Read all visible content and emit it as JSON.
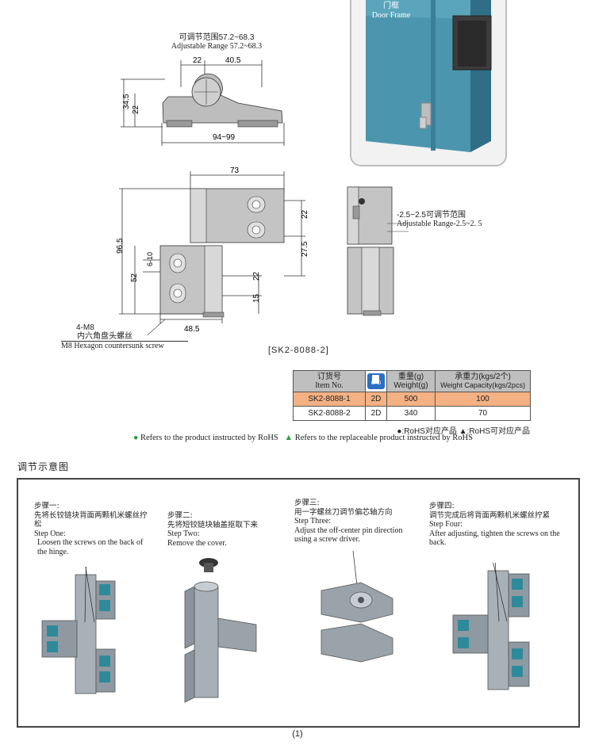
{
  "door": {
    "label_cn": "门框",
    "label_en": "Door Frame"
  },
  "top_view": {
    "range_cn": "可调节范围57.2~68.3",
    "range_en": "Adjustable Range 57.2~68.3",
    "dims": {
      "a": "22",
      "b": "40.5",
      "h1": "34.5",
      "h2": "22",
      "w": "94~99"
    }
  },
  "front_view": {
    "dims": {
      "w73": "73",
      "d22a": "22",
      "d27": "27.5",
      "h96": "96.5",
      "h52": "52",
      "s6": "6-10",
      "d22b": "22",
      "d15": "15",
      "w48": "48.5"
    },
    "screw_qty": "4-M8",
    "screw_cn": "内六角盘头螺丝",
    "screw_en": "M8 Hexagon countersunk screw"
  },
  "side_view": {
    "range_cn": "-2.5~2.5可调节范围",
    "range_en": "Adjustable Range-2.5~2. 5"
  },
  "model_code": "[SK2-8088-2]",
  "table": {
    "headers": {
      "item_cn": "订货号",
      "item_en": "Item No.",
      "cad": "CAD",
      "weight_cn": "重量(g)",
      "weight_en": "Weight(g)",
      "cap_cn": "承重力(kgs/2个)",
      "cap_en": "Weight Capacity(kgs/2pcs)"
    },
    "rows": [
      {
        "item": "SK2-8088-1",
        "cad": "2D",
        "weight": "500",
        "capacity": "100"
      },
      {
        "item": "SK2-8088-2",
        "cad": "2D",
        "weight": "340",
        "capacity": "70"
      }
    ]
  },
  "rohs": {
    "cn_line": "●:RoHS对应产品    ▲:RoHS可对应产品",
    "en_circle": "Refers to the product instructed by RoHS",
    "en_triangle": "Refers to the replaceable product instructed by RoHS"
  },
  "section_title": "调节示意图",
  "steps": [
    {
      "title_cn": "步骤一:",
      "desc_cn": "先将长铰链块背面两颗机米螺丝拧松",
      "title_en": "Step One:",
      "desc_en": "Loosen the screws on the back of the hinge."
    },
    {
      "title_cn": "步骤二:",
      "desc_cn": "先将短铰链块轴盖抠取下来",
      "title_en": "Step Two:",
      "desc_en": "Remove the cover."
    },
    {
      "title_cn": "步骤三:",
      "desc_cn": "用一字螺丝刀调节偏芯轴方向",
      "title_en": "Step Three:",
      "desc_en": "Adjust the off-center pin direction using a screw driver."
    },
    {
      "title_cn": "步骤四:",
      "desc_cn": "调节完成后将背面两颗机米螺丝拧紧",
      "title_en": "Step Four:",
      "desc_en": "After adjusting, tighten the screws on the back."
    }
  ],
  "page_number": "(1)",
  "colors": {
    "door_blue": "#3f8fa8",
    "highlight": "#f4b183",
    "header_gray": "#bfbfbf",
    "rohs_green": "#2e9c3e",
    "cad_blue": "#2b6fc4"
  }
}
